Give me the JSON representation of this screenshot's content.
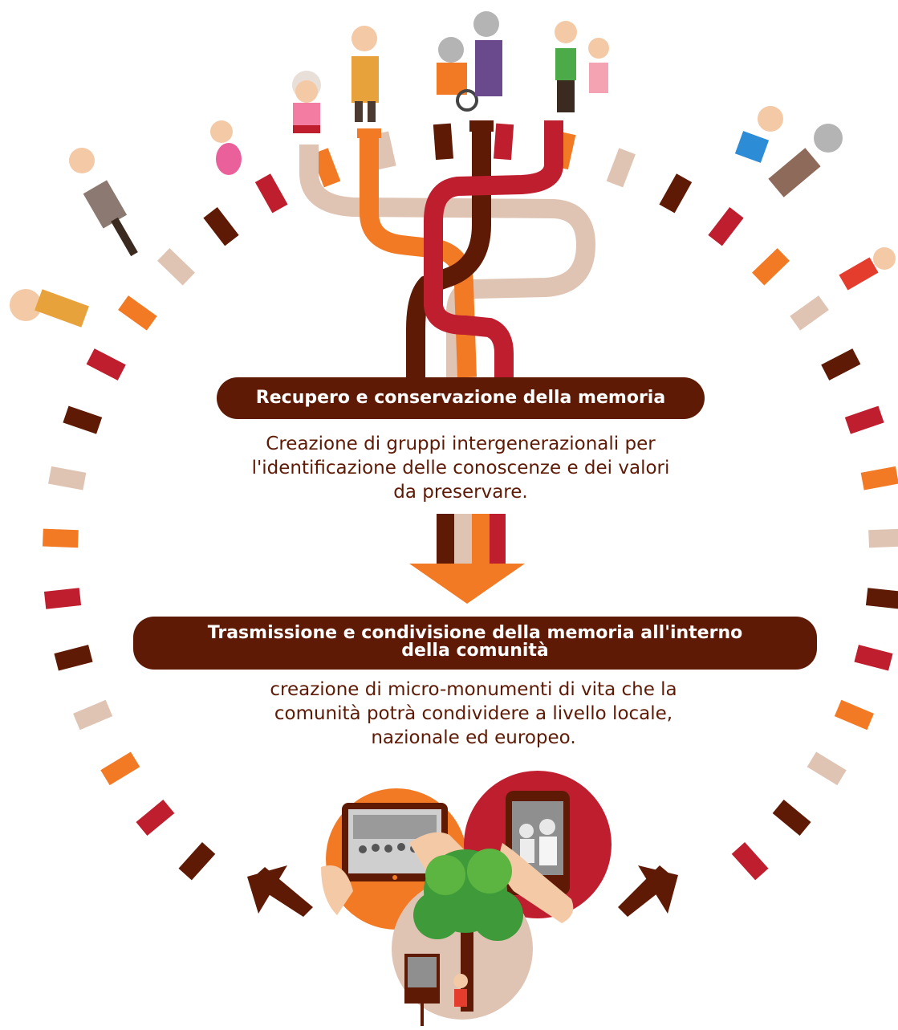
{
  "colors": {
    "dark_brown": "#5e1a05",
    "crimson": "#bf1e2e",
    "orange": "#f37a25",
    "beige": "#dfc3b3",
    "tree_green": "#3f9b3a"
  },
  "steps": [
    {
      "title": "Recupero e conservazione della memoria",
      "description_lines": [
        "Creazione di gruppi intergenerazionali per",
        "l'identificazione delle conoscenze e dei valori",
        "da preservare."
      ]
    },
    {
      "title_lines": [
        "Trasmissione e condivisione della memoria all'interno",
        "della comunità"
      ],
      "description_lines": [
        "creazione di micro-monumenti di vita che la",
        "comunità potrà condividere a livello locale,",
        "nazionale ed europeo."
      ]
    }
  ],
  "illustrations": {
    "people": [
      "elderly-man-icon",
      "girl-icon",
      "grandmother-icon",
      "grandfather-icon",
      "wheelchair-couple-icon",
      "young-couple-icon",
      "boy-jumping-icon",
      "woman-jumping-icon",
      "girl-flying-icon",
      "old-man-cane-icon"
    ],
    "devices": [
      "tablet-photo-icon",
      "phone-photo-icon",
      "tree-memorial-icon"
    ]
  }
}
